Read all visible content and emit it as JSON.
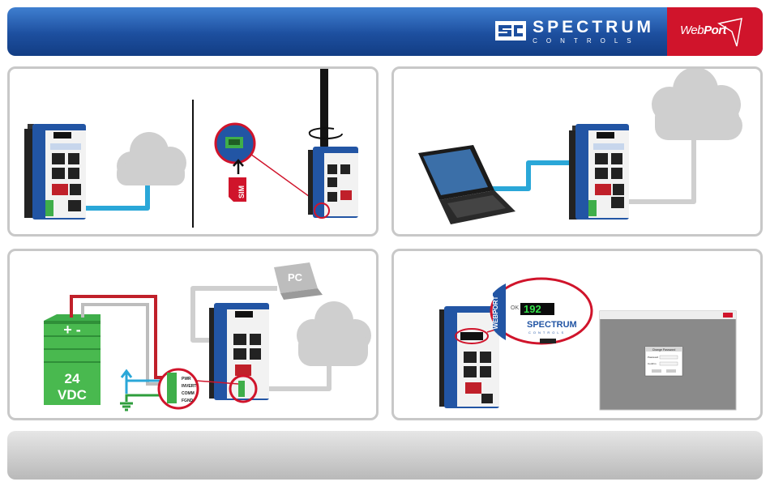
{
  "header": {
    "brand_name": "SPECTRUM",
    "brand_sub": "CONTROLS",
    "product_logo_a": "Web",
    "product_logo_b": "Port"
  },
  "step1": {
    "sim_label": "SIM"
  },
  "step3": {
    "psu_voltage": "24",
    "psu_unit": "VDC",
    "pc_label": "PC",
    "terminal_labels": [
      "PWR",
      "INVERT",
      "COMM",
      "FGND"
    ]
  },
  "step4": {
    "status_label": "OK",
    "display_digits": "192",
    "side_label": "WEBPORT",
    "brand_name": "SPECTRUM",
    "brand_sub": "CONTROLS",
    "dialog_title": "Change Password",
    "dialog_field1": "Password",
    "dialog_field2": "Confirm"
  },
  "colors": {
    "banner": "#1d4f9f",
    "accent_red": "#d0142b",
    "cable_blue": "#2aa7d8",
    "cloud_gray": "#cfcfcf",
    "psu_green": "#3fae4a",
    "wire_red": "#c0202a",
    "wire_green": "#2e9e3c"
  }
}
